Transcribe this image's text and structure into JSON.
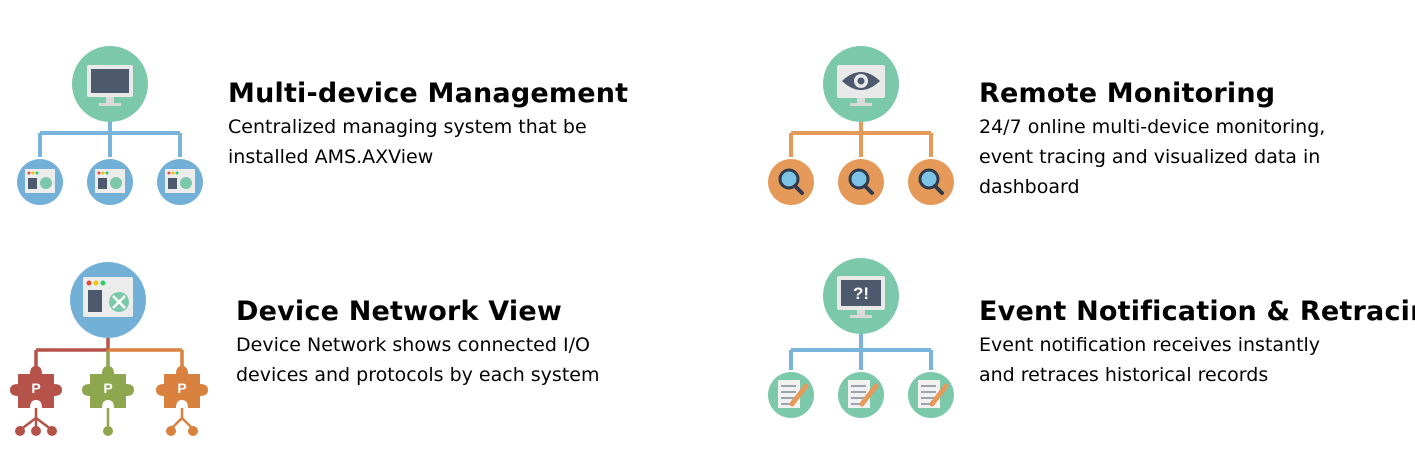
{
  "features": [
    {
      "id": "multi-device",
      "title": "Multi-device Management",
      "desc": [
        "Centralized managing system that be",
        "installed AMS.AXView"
      ],
      "icon": "monitor-network-icon",
      "colors": {
        "top": "#7cc8aa",
        "child": "#72b0d8",
        "line": "#78b4dc"
      }
    },
    {
      "id": "remote-monitoring",
      "title": "Remote Monitoring",
      "desc": [
        "24/7 online multi-device monitoring,",
        "event tracing and visualized data in",
        "dashboard"
      ],
      "icon": "eye-network-icon",
      "colors": {
        "top": "#7cc8aa",
        "child": "#e69a5a",
        "line": "#e69a5a"
      }
    },
    {
      "id": "device-network",
      "title": "Device Network View",
      "desc": [
        "Device Network shows connected I/O",
        "devices and protocols by each system"
      ],
      "icon": "puzzle-network-icon",
      "colors": {
        "top": "#72b0d8",
        "child_red": "#b5524a",
        "child_green": "#8ea64e",
        "child_orange": "#d9813f"
      }
    },
    {
      "id": "event-notification",
      "title": "Event Notification & Retracing",
      "desc": [
        "Event notification receives instantly",
        "and retraces historical records"
      ],
      "icon": "alert-monitor-network-icon",
      "colors": {
        "top": "#7cc8aa",
        "child": "#7cc8aa",
        "line": "#78b4dc"
      }
    }
  ]
}
